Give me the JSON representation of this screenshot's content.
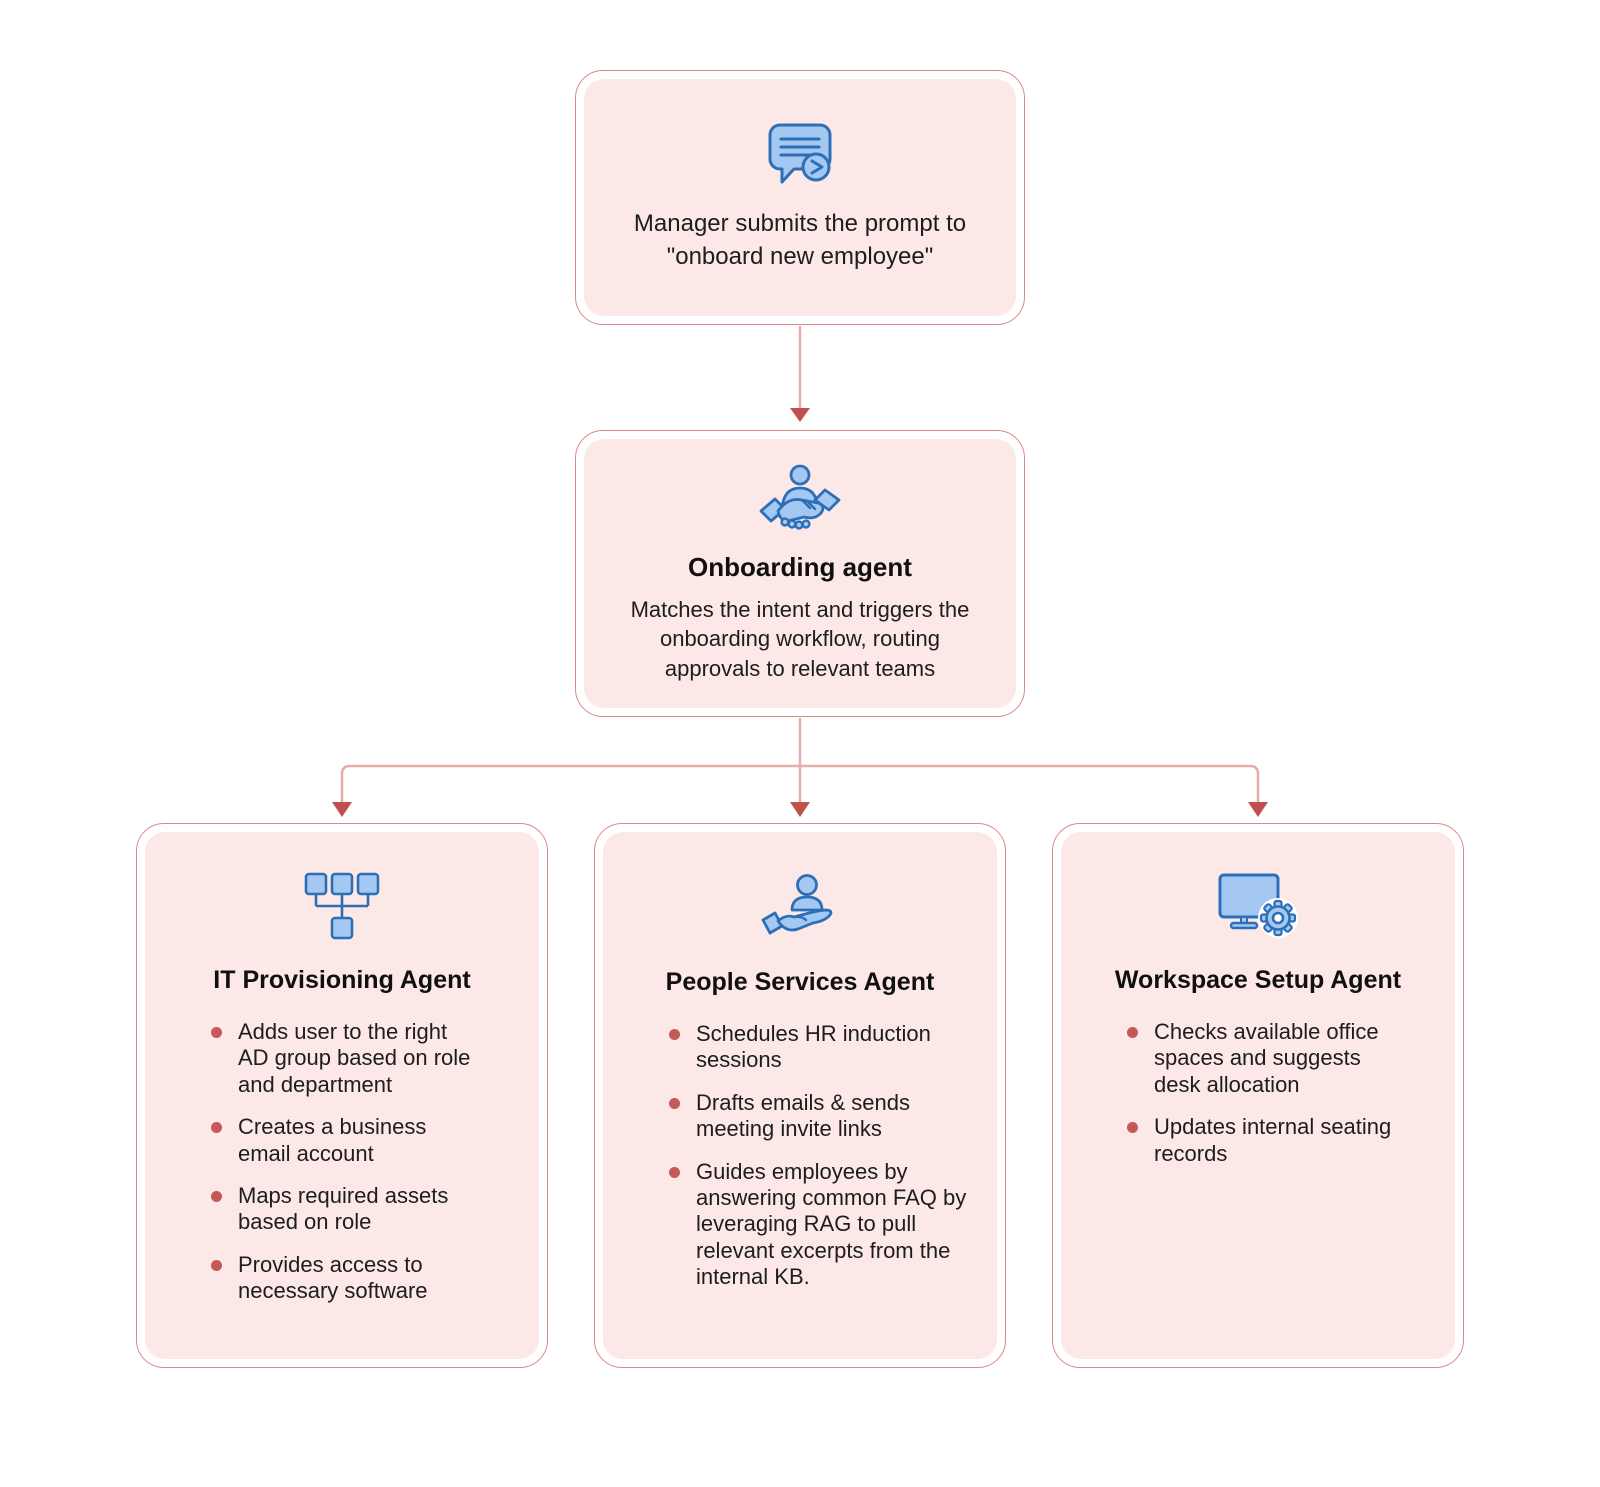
{
  "colors": {
    "page_background": "#ffffff",
    "node_fill": "#fce8e7",
    "node_border": "#de8886",
    "connector_line": "#e9abaa",
    "arrowhead": "#c0504d",
    "bullet_dot": "#c45a58",
    "icon_fill": "#a4c8f1",
    "icon_stroke": "#2d6fb7",
    "title_text": "#101010",
    "body_text": "#1d1d1d"
  },
  "nodes": {
    "manager_prompt": {
      "icon": "chat-prompt-icon",
      "text": "Manager submits the prompt to \"onboard new employee\""
    },
    "onboarding_agent": {
      "icon": "handshake-icon",
      "title": "Onboarding agent",
      "description": "Matches the intent and triggers the onboarding workflow, routing approvals to relevant teams"
    },
    "agents": [
      {
        "icon": "sitemap-icon",
        "title": "IT Provisioning Agent",
        "bullets": [
          "Adds user to the right AD group based on role and department",
          "Creates a business email account",
          "Maps required assets based on role",
          "Provides access to necessary software"
        ]
      },
      {
        "icon": "person-care-icon",
        "title": "People Services Agent",
        "bullets": [
          "Schedules HR induction sessions",
          "Drafts emails & sends meeting invite links",
          "Guides employees by answering common FAQ by leveraging RAG to pull relevant excerpts from the internal KB."
        ]
      },
      {
        "icon": "monitor-gear-icon",
        "title": "Workspace Setup Agent",
        "bullets": [
          "Checks available office spaces and suggests desk allocation",
          "Updates internal seating records"
        ]
      }
    ]
  }
}
